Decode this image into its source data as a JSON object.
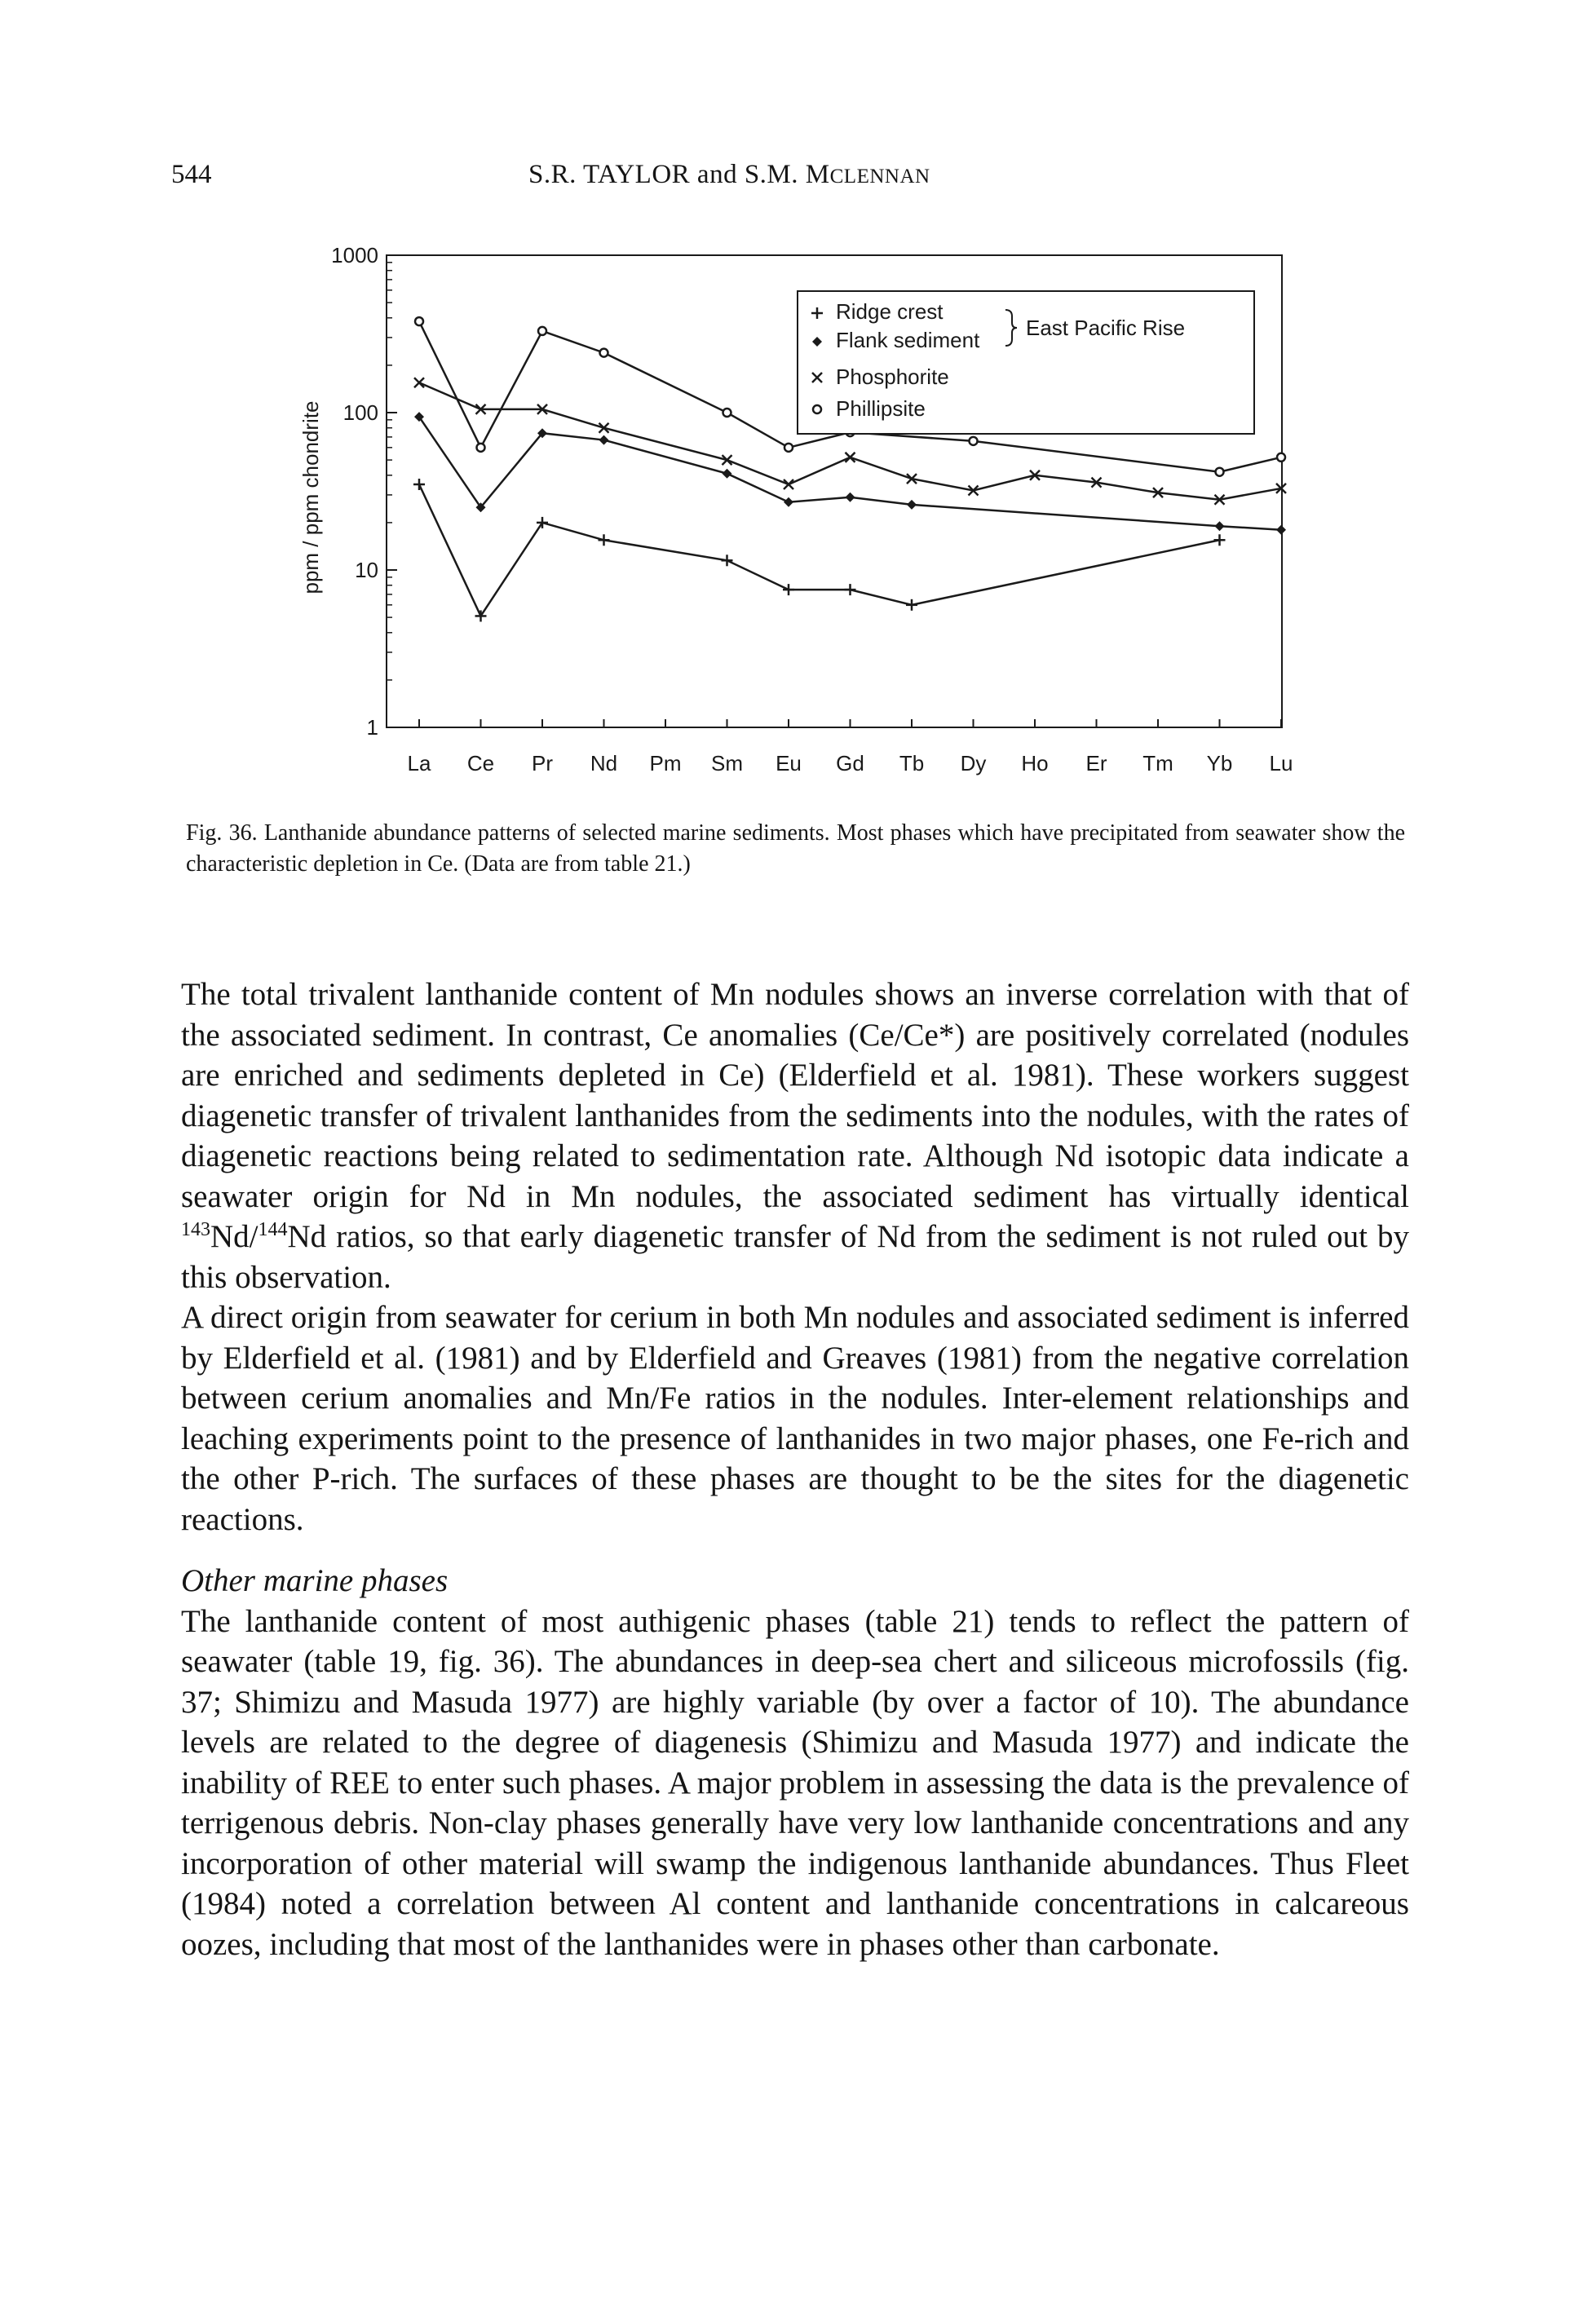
{
  "header": {
    "page_number": "544",
    "authors_main": "S.R. TAYLOR and S.M. M",
    "authors_sc": "C",
    "authors_tail": "LENNAN"
  },
  "figure": {
    "ylabel": "ppm / ppm chondrite",
    "legend": {
      "ridge_crest": "Ridge crest",
      "flank_sediment": "Flank sediment",
      "brace_group": "East Pacific Rise",
      "phosphorite": "Phosphorite",
      "phillipsite": "Phillipsite"
    },
    "ytick_labels": [
      "1",
      "10",
      "100",
      "1000"
    ],
    "symbols": {
      "ridge_crest": "plus",
      "flank_sediment": "diamond",
      "phosphorite": "cross",
      "phillipsite": "circle"
    }
  },
  "chart_data": {
    "type": "line",
    "categories": [
      "La",
      "Ce",
      "Pr",
      "Nd",
      "Pm",
      "Sm",
      "Eu",
      "Gd",
      "Tb",
      "Dy",
      "Ho",
      "Er",
      "Tm",
      "Yb",
      "Lu"
    ],
    "ylabel": "ppm / ppm chondrite",
    "yscale": "log",
    "ylim": [
      1,
      1000
    ],
    "legend_position": "top-right",
    "series": [
      {
        "name": "Phillipsite",
        "values": [
          380,
          60,
          330,
          240,
          null,
          100,
          60,
          75,
          null,
          66,
          null,
          null,
          null,
          42,
          52
        ]
      },
      {
        "name": "Phosphorite",
        "values": [
          155,
          105,
          105,
          80,
          null,
          50,
          35,
          52,
          38,
          32,
          40,
          36,
          31,
          28,
          33
        ]
      },
      {
        "name": "Flank sediment",
        "values": [
          94,
          25,
          74,
          67,
          null,
          41,
          27,
          29,
          26,
          null,
          null,
          null,
          null,
          19,
          18
        ]
      },
      {
        "name": "Ridge crest",
        "values": [
          35,
          5.1,
          20,
          15.5,
          null,
          11.5,
          7.5,
          7.5,
          6,
          null,
          null,
          null,
          null,
          15.5,
          null
        ]
      }
    ]
  },
  "caption": {
    "label": "Fig. 36.",
    "text": "Lanthanide abundance patterns of selected marine sediments. Most phases which have precipitated from seawater show the characteristic depletion in Ce. (Data are from table 21.)"
  },
  "body": {
    "p1_a": "The total trivalent lanthanide content of Mn nodules shows an inverse correlation with that of the associated sediment. In contrast, Ce anomalies (Ce/Ce*) are positively correlated (nodules are enriched and sediments depleted in Ce) (Elderfield et al. 1981). These workers suggest diagenetic transfer of trivalent lanthanides from the sediments into the nodules, with the rates of diagenetic reactions being related to sedimentation rate. Although Nd isotopic data indicate a seawater origin for Nd in Mn nodules, the associated sediment has virtually identical ",
    "p1_sup1": "143",
    "p1_mid": "Nd/",
    "p1_sup2": "144",
    "p1_b": "Nd ratios, so that early diagenetic transfer of Nd from the sediment is not ruled out by this observation.",
    "p2": "A direct origin from seawater for cerium in both Mn nodules and associated sediment is inferred by Elderfield et al. (1981) and by Elderfield and Greaves (1981) from the negative correlation between cerium anomalies and Mn/Fe ratios in the nodules. Inter-element relationships and leaching experiments point to the presence of lanthanides in two major phases, one Fe-rich and the other P-rich. The surfaces of these phases are thought to be the sites for the diagenetic reactions.",
    "section_heading": "Other marine phases",
    "p3": "The lanthanide content of most authigenic phases (table 21) tends to reflect the pattern of seawater (table 19, fig. 36). The abundances in deep-sea chert and siliceous microfossils (fig. 37; Shimizu and Masuda 1977) are highly variable (by over a factor of 10). The abundance levels are related to the degree of diagenesis (Shimizu and Masuda 1977) and indicate the inability of REE to enter such phases. A major problem in assessing the data is the prevalence of terrigenous debris. Non-clay phases generally have very low lanthanide concentrations and any incorporation of other material will swamp the indigenous lanthanide abundances. Thus Fleet (1984) noted a correlation between Al content and lanthanide concentrations in calcareous oozes, including that most of the lanthanides were in phases other than carbonate."
  }
}
